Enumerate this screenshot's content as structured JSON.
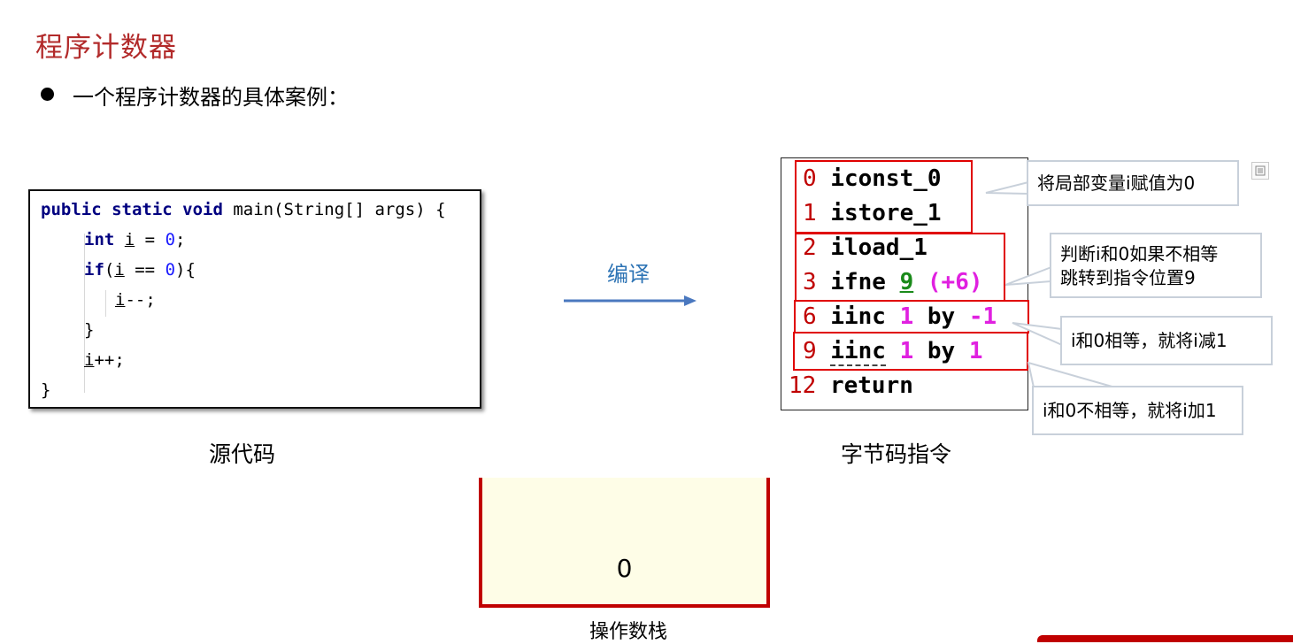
{
  "title": "程序计数器",
  "bullet": "一个程序计数器的具体案例：",
  "source_code": {
    "caption": "源代码",
    "lines": {
      "l1_kw": "public static void",
      "l1_rest": " main(String[] args) {",
      "l2_kw": "int",
      "l2_var": "i",
      "l2_eq": " = ",
      "l2_num": "0",
      "l2_end": ";",
      "l3_kw": "if",
      "l3_open": "(",
      "l3_var": "i",
      "l3_op": " == ",
      "l3_num": "0",
      "l3_end": "){",
      "l4_var": "i",
      "l4_end": "--;",
      "l5": "}",
      "l6_var": "i",
      "l6_end": "++;",
      "l7": "}"
    }
  },
  "compile": {
    "label": "编译"
  },
  "bytecode": {
    "caption": "字节码指令",
    "rows": [
      {
        "offset": "0",
        "instr": "iconst_0"
      },
      {
        "offset": "1",
        "instr": "istore_1"
      },
      {
        "offset": "2",
        "instr": "iload_1"
      },
      {
        "offset": "3",
        "instr": "ifne",
        "target": "9",
        "delta": "(+6)"
      },
      {
        "offset": "6",
        "instr": "iinc",
        "idx": "1",
        "by": "by",
        "val": "-1"
      },
      {
        "offset": "9",
        "instr": "iinc",
        "idx": "1",
        "by": "by",
        "val": "1"
      },
      {
        "offset": "12",
        "instr": "return"
      }
    ]
  },
  "callouts": {
    "c1": "将局部变量i赋值为0",
    "c2_line1": "判断i和0如果不相等",
    "c2_line2": "跳转到指令位置9",
    "c3": "i和0相等，就将i减1",
    "c4": "i和0不相等，就将i加1"
  },
  "stack": {
    "value": "0",
    "caption": "操作数栈"
  },
  "colors": {
    "title": "#b22a2a",
    "accent_red": "#c00000",
    "box_red": "#e00000",
    "compile_blue": "#2e74b5",
    "stack_fill": "#fefde7"
  }
}
